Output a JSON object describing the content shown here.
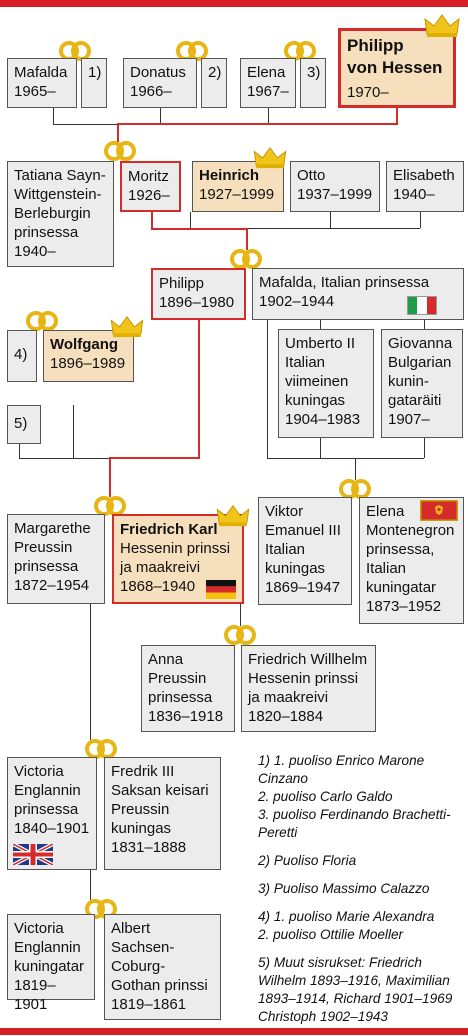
{
  "people": {
    "mafalda": {
      "name": "Mafalda",
      "years": "1965–"
    },
    "m1": {
      "label": "1)"
    },
    "donatus": {
      "name": "Donatus",
      "years": "1966–"
    },
    "m2": {
      "label": "2)"
    },
    "elena67": {
      "name": "Elena",
      "years": "1967–"
    },
    "m3": {
      "label": "3)"
    },
    "philipp70": {
      "name1": "Philipp",
      "name2": "von Hessen",
      "years": "1970–"
    },
    "tatiana": {
      "l1": "Tatiana Sayn-",
      "l2": "Wittgenstein-",
      "l3": "Berleburgin",
      "l4": "prinsessa",
      "years": "1940–"
    },
    "moritz": {
      "name": "Moritz",
      "years": "1926–"
    },
    "heinrich": {
      "name": "Heinrich",
      "years": "1927–1999"
    },
    "otto": {
      "name": "Otto",
      "years": "1937–1999"
    },
    "elisabeth": {
      "name": "Elisabeth",
      "years": "1940–"
    },
    "philipp96": {
      "name": "Philipp",
      "years": "1896–1980"
    },
    "mafalda02": {
      "name": "Mafalda, Italian prinsessa",
      "years": "1902–1944"
    },
    "m4": {
      "label": "4)"
    },
    "wolfgang": {
      "name": "Wolfgang",
      "years": "1896–1989"
    },
    "umberto": {
      "l1": "Umberto II",
      "l2": "Italian",
      "l3": "viimeinen",
      "l4": "kuningas",
      "years": "1904–1983"
    },
    "giovanna": {
      "l1": "Giovanna",
      "l2": "Bulgarian",
      "l3": "kunin-",
      "l4": "gataräiti",
      "years": "1907–"
    },
    "m5": {
      "label": "5)"
    },
    "margarethe": {
      "l1": "Margarethe",
      "l2": "Preussin",
      "l3": "prinsessa",
      "years": "1872–1954"
    },
    "friedrichkarl": {
      "name": "Friedrich Karl",
      "l2": "Hessenin prinssi",
      "l3": "ja maakreivi",
      "years": "1868–1940"
    },
    "viktor": {
      "l1": "Viktor",
      "l2": "Emanuel III",
      "l3": "Italian",
      "l4": "kuningas",
      "years": "1869–1947"
    },
    "elena73": {
      "l1": "Elena",
      "l2": "Montenegron",
      "l3": "prinsessa,",
      "l4": "Italian",
      "l5": "kuningatar",
      "years": "1873–1952"
    },
    "anna": {
      "l1": "Anna",
      "l2": "Preussin",
      "l3": "prinsessa",
      "years": "1836–1918"
    },
    "fwilhelm": {
      "l1": "Friedrich Willhelm",
      "l2": "Hessenin prinssi",
      "l3": "ja maakreivi",
      "years": "1820–1884"
    },
    "victoria40": {
      "l1": "Victoria",
      "l2": "Englannin",
      "l3": "prinsessa",
      "years": "1840–1901"
    },
    "fredrik": {
      "l1": "Fredrik III",
      "l2": "Saksan keisari",
      "l3": "Preussin",
      "l4": "kuningas",
      "years": "1831–1888"
    },
    "victoria19": {
      "l1": "Victoria",
      "l2": "Englannin",
      "l3": "kuningatar",
      "years": "1819–1901"
    },
    "albert": {
      "l1": "Albert",
      "l2": "Sachsen-",
      "l3": "Coburg-",
      "l4": "Gothan prinssi",
      "years": "1819–1861"
    }
  },
  "notes": {
    "n1a": "1) 1. puoliso Enrico Marone Cinzano",
    "n1b": "2. puoliso Carlo Galdo",
    "n1c": "3. puoliso Ferdinando Brachetti-",
    "n1d": "Peretti",
    "n2": "2) Puoliso Floria",
    "n3": "3) Puoliso Massimo Calazzo",
    "n4a": "4) 1. puoliso Marie Alexandra",
    "n4b": "2. puoliso Ottilie Moeller",
    "n5a": "5) Muut sisrukset: Friedrich",
    "n5b": "Wilhelm 1893–1916, Maximilian",
    "n5c": "1893–1914, Richard 1901–1969",
    "n5d": "Christoph 1902–1943"
  },
  "colors": {
    "accent_red": "#d52b2b",
    "highlight": "#f6dfbd",
    "box": "#ececec",
    "ring_gold": "#e8b614",
    "crown_gold": "#f0c419"
  }
}
